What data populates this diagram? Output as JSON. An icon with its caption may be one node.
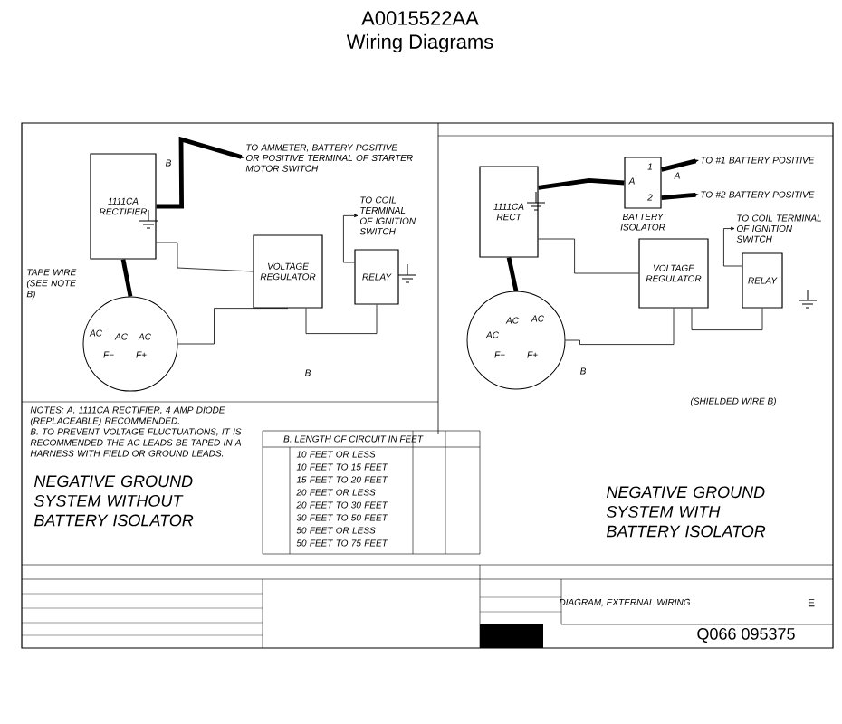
{
  "diagram": {
    "title": "Wiring Diagrams",
    "nodes": [
      {
        "text": [
          "1111CA RECTIFIER"
        ]
      },
      {
        "text": [],
        "shape": "circle"
      },
      {
        "text": [
          "VOLTAGE REGULATOR"
        ]
      },
      {
        "text": [
          "RELAY"
        ]
      },
      {
        "text": [
          "TO AMMETER, BATTERY POSITIVE OR POSITIVE TERMINAL OF STARTER MOTOR SWITCH"
        ]
      },
      {
        "text": [
          "TO COIL TERMINAL OF IGNITION SWITCH"
        ]
      },
      {
        "text": [
          "1111CA RECT"
        ]
      },
      {
        "text": [],
        "shape": "box",
        "beside": [
          "BATTERY ISOLATOR"
        ]
      },
      {
        "text": [
          "TO #1 BATTERY POSITIVE"
        ]
      },
      {
        "text": [
          "TO #2 BATTERY POSITIVE"
        ]
      },
      {
        "text": [
          "TO COIL TERMINAL OF IGNITION SWITCH"
        ]
      },
      {
        "text": [
          "VOLTAGE REGULATOR"
        ]
      },
      {
        "text": [
          "RELAY"
        ]
      },
      {
        "text": [],
        "shape": "circle"
      }
    ],
    "edges": [
      {
        "from": 0,
        "to": 4,
        "arrow": "to",
        "style": "thick"
      },
      {
        "from": 1,
        "to": 0,
        "arrow": "none",
        "style": "thick"
      },
      {
        "from": 0,
        "to": 2,
        "arrow": "none"
      },
      {
        "from": 1,
        "to": 2,
        "arrow": "none"
      },
      {
        "from": 2,
        "to": 3,
        "arrow": "none"
      },
      {
        "from": 3,
        "to": 5,
        "arrow": "to"
      },
      {
        "from": 6,
        "to": 7,
        "arrow": "none",
        "style": "thick"
      },
      {
        "from": 7,
        "to": 8,
        "arrow": "to",
        "style": "thick"
      },
      {
        "from": 7,
        "to": 9,
        "arrow": "to",
        "style": "thick"
      },
      {
        "from": 13,
        "to": 6,
        "arrow": "none",
        "style": "thick"
      },
      {
        "from": 6,
        "to": 11,
        "arrow": "none"
      },
      {
        "from": 13,
        "to": 11,
        "arrow": "none"
      },
      {
        "from": 11,
        "to": 12,
        "arrow": "none"
      },
      {
        "from": 12,
        "to": 10,
        "arrow": "to"
      }
    ],
    "labels": [
      "A0015522AA",
      "AC",
      "AC",
      "AC",
      "F−",
      "F+",
      "TAPE WIRE (SEE NOTE B)",
      "B",
      "B",
      "NOTES: A. 1111CA RECTIFIER, 4 AMP DIODE (REPLACEABLE) RECOMMENDED.",
      "B. TO PREVENT VOLTAGE FLUCTUATIONS, IT IS RECOMMENDED THE AC LEADS BE TAPED IN A HARNESS WITH FIELD OR GROUND LEADS.",
      "NEGATIVE GROUND SYSTEM WITHOUT BATTERY ISOLATOR",
      "AC",
      "AC",
      "AC",
      "F−",
      "F+",
      "1",
      "2",
      "A",
      "A",
      "B",
      "(SHIELDED WIRE B)",
      "NEGATIVE GROUND SYSTEM WITH BATTERY ISOLATOR",
      "B. LENGTH OF CIRCUIT IN FEET",
      "10 FEET OR LESS",
      "10 FEET TO 15 FEET",
      "15 FEET TO 20 FEET",
      "20 FEET OR LESS",
      "20 FEET TO 30 FEET",
      "30 FEET TO 50 FEET",
      "50 FEET OR LESS",
      "50 FEET TO 75 FEET",
      "DIAGRAM, EXTERNAL WIRING",
      "E",
      "Q066 095375"
    ]
  }
}
